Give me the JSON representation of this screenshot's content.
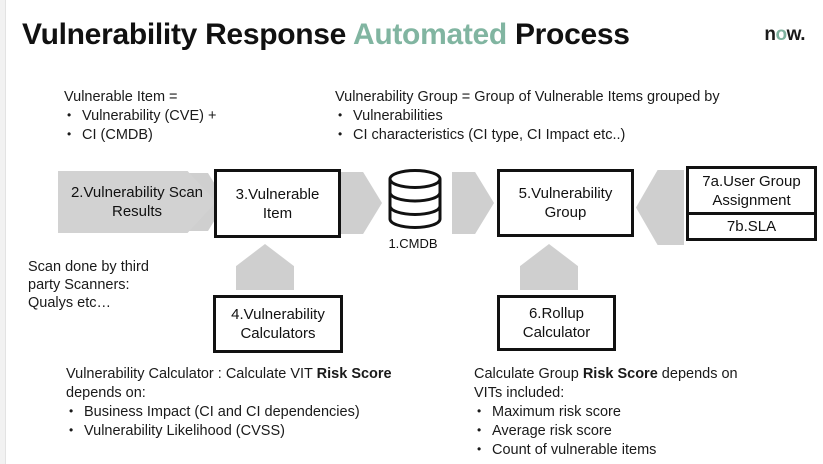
{
  "slide": {
    "title_pre": "Vulnerability Response ",
    "title_accent": "Automated",
    "title_post": " Process",
    "logo_pre": "n",
    "logo_o": "o",
    "logo_post": "w.",
    "accent_color": "#81b5a1",
    "node_fill": "#ffffff",
    "node_border": "#111111",
    "arrow_gray": "#cfcfcf",
    "pentagon_gray": "#d2d2d2"
  },
  "definitions": {
    "vulnerable_item": {
      "heading": "Vulnerable Item =",
      "bullets": [
        "Vulnerability (CVE)  +",
        "CI (CMDB)"
      ]
    },
    "vulnerability_group": {
      "heading": "Vulnerability Group = Group of Vulnerable Items grouped by",
      "bullets": [
        "Vulnerabilities",
        "CI characteristics (CI type, CI Impact etc..)"
      ]
    }
  },
  "diagram": {
    "nodes": {
      "scan_results": {
        "line1": "2.Vulnerability",
        "line2": "Scan Results"
      },
      "vulnerable_item": {
        "line1": "3.Vulnerable",
        "line2": "Item"
      },
      "cmdb": {
        "label": "1.CMDB"
      },
      "vulnerability_group": {
        "line1": "5.Vulnerability",
        "line2": "Group"
      },
      "user_group_assignment": {
        "line1": "7a.User Group",
        "line2": "Assignment"
      },
      "sla": {
        "label": "7b.SLA"
      },
      "vulnerability_calculators": {
        "line1": "4.Vulnerability",
        "line2": "Calculators"
      },
      "rollup_calculator": {
        "line1": "6.Rollup",
        "line2": "Calculator"
      }
    }
  },
  "notes": {
    "scan_source": {
      "lines": [
        "Scan done by third",
        "party Scanners:",
        "Qualys etc…"
      ]
    },
    "vulnerability_calculator": {
      "heading_pre": "Vulnerability Calculator : Calculate VIT ",
      "heading_bold": "Risk Score",
      "heading_post": "",
      "heading_line2": "depends on:",
      "bullets": [
        "Business Impact (CI and CI dependencies)",
        "Vulnerability Likelihood (CVSS)"
      ]
    },
    "group_calculator": {
      "heading_pre": "Calculate Group ",
      "heading_bold": "Risk Score",
      "heading_post": " depends on",
      "heading_line2": "VITs included:",
      "bullets": [
        "Maximum risk score",
        "Average risk score",
        "Count of vulnerable items"
      ]
    }
  }
}
